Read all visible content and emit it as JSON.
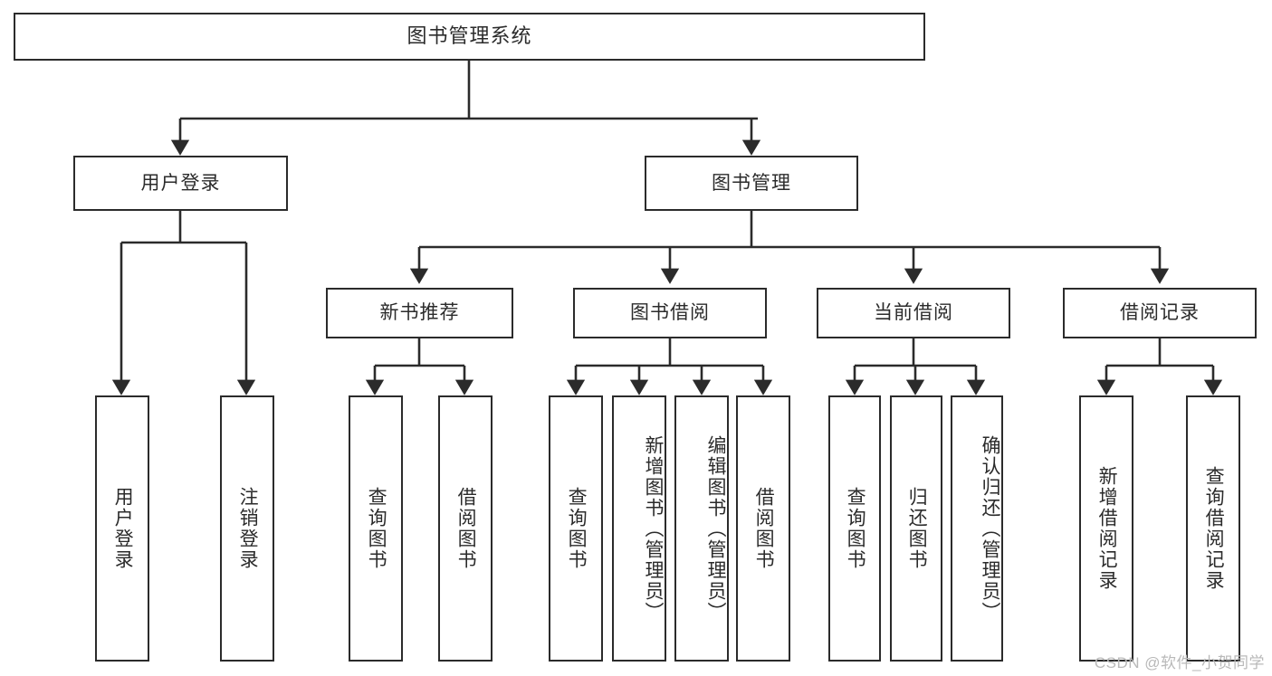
{
  "diagram": {
    "title": "图书管理系统",
    "watermark": "CSDN @软件_小贺同学",
    "line_color": "#2b2b2b",
    "box_border_color": "#2b2b2b",
    "background": "#ffffff",
    "root": {
      "label": "图书管理系统"
    },
    "level2": [
      {
        "label": "用户登录"
      },
      {
        "label": "图书管理"
      }
    ],
    "level3": [
      {
        "label": "新书推荐"
      },
      {
        "label": "图书借阅"
      },
      {
        "label": "当前借阅"
      },
      {
        "label": "借阅记录"
      }
    ],
    "leaves": {
      "user_login": [
        {
          "label": "用户登录"
        },
        {
          "label": "注销登录"
        }
      ],
      "new_book": [
        {
          "label": "查询图书"
        },
        {
          "label": "借阅图书"
        }
      ],
      "book_borrow": [
        {
          "label": "查询图书"
        },
        {
          "label": "新增图书（管理员）"
        },
        {
          "label": "编辑图书（管理员）"
        },
        {
          "label": "借阅图书"
        }
      ],
      "current_borrow": [
        {
          "label": "查询图书"
        },
        {
          "label": "归还图书"
        },
        {
          "label": "确认归还（管理员）"
        }
      ],
      "borrow_record": [
        {
          "label": "新增借阅记录"
        },
        {
          "label": "查询借阅记录"
        }
      ]
    }
  }
}
